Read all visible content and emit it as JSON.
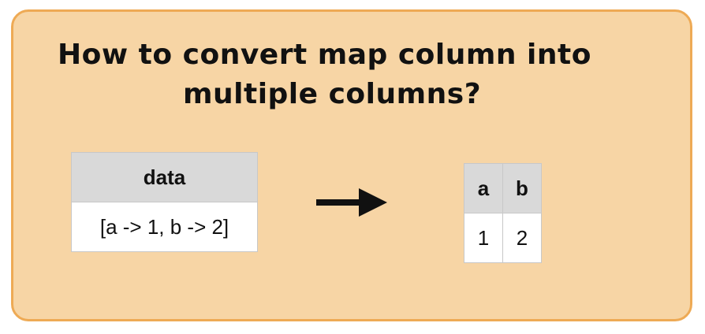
{
  "title": {
    "line1": "How to convert map column into",
    "line2": "multiple columns?"
  },
  "source_table": {
    "header": "data",
    "value": "[a -> 1, b -> 2]"
  },
  "arrow": {
    "icon": "right-arrow-icon"
  },
  "result_table": {
    "headers": [
      "a",
      "b"
    ],
    "values": [
      "1",
      "2"
    ]
  },
  "colors": {
    "card_background": "#f7d5a5",
    "card_border": "#eeaa55",
    "header_background": "#d9d9d9",
    "cell_background": "#ffffff"
  }
}
